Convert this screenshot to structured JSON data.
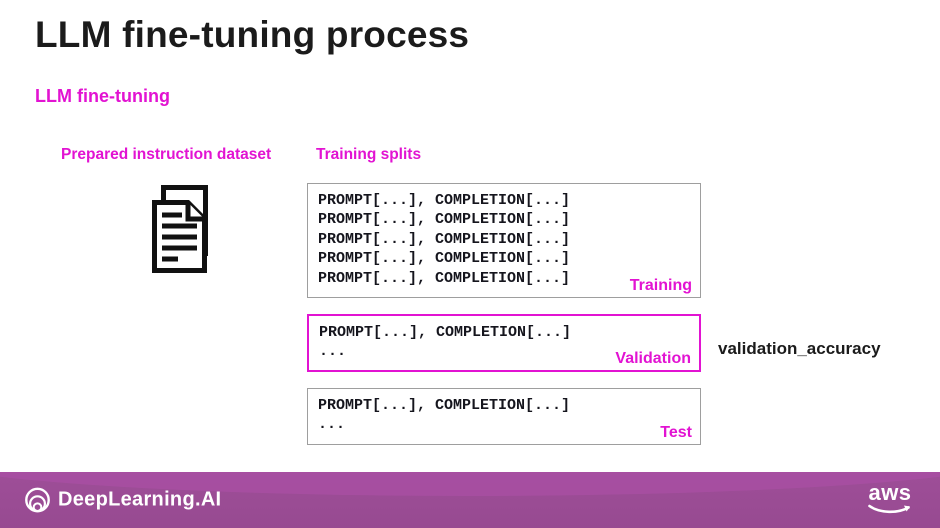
{
  "slide": {
    "title": "LLM fine-tuning process",
    "subtitle": "LLM fine-tuning",
    "labels": {
      "dataset": "Prepared instruction dataset",
      "splits": "Training splits"
    },
    "boxes": [
      {
        "name": "Training",
        "lines": [
          "PROMPT[...], COMPLETION[...]",
          "PROMPT[...], COMPLETION[...]",
          "PROMPT[...], COMPLETION[...]",
          "PROMPT[...], COMPLETION[...]",
          "PROMPT[...], COMPLETION[...]"
        ]
      },
      {
        "name": "Validation",
        "lines": [
          "PROMPT[...], COMPLETION[...]",
          "..."
        ]
      },
      {
        "name": "Test",
        "lines": [
          "PROMPT[...], COMPLETION[...]",
          "..."
        ]
      }
    ],
    "annotation": "validation_accuracy",
    "footer": {
      "brand": "DeepLearning.AI",
      "aws": "aws"
    },
    "colors": {
      "accent_magenta": "#E213D2",
      "footer_purple": "#9A4C94",
      "box_border_gray": "#9E9E9E",
      "text_black": "#1B1B1B"
    },
    "icons": {
      "dataset_icon": "document-pages-icon",
      "brand_icon": "deeplearning-ai-rings-icon",
      "aws_icon": "aws-smile-arrow-icon"
    }
  }
}
